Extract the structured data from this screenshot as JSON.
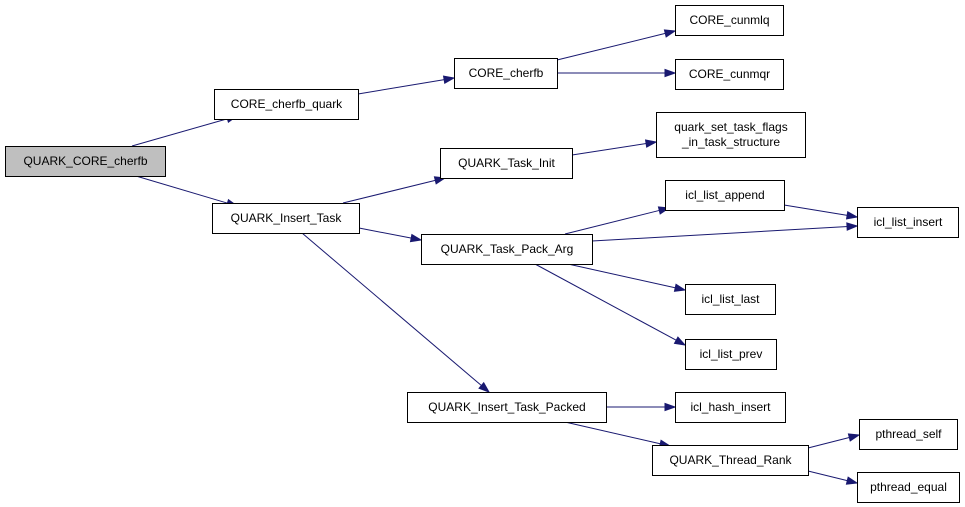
{
  "diagram": {
    "nodes": [
      {
        "id": "root",
        "lines": [
          "QUARK_CORE_cherfb"
        ],
        "root": true
      },
      {
        "id": "cherfb_quark",
        "lines": [
          "CORE_cherfb_quark"
        ]
      },
      {
        "id": "cherfb",
        "lines": [
          "CORE_cherfb"
        ]
      },
      {
        "id": "cunmlq",
        "lines": [
          "CORE_cunmlq"
        ]
      },
      {
        "id": "cunmqr",
        "lines": [
          "CORE_cunmqr"
        ]
      },
      {
        "id": "insert_task",
        "lines": [
          "QUARK_Insert_Task"
        ]
      },
      {
        "id": "task_init",
        "lines": [
          "QUARK_Task_Init"
        ]
      },
      {
        "id": "set_flags",
        "lines": [
          "quark_set_task_flags",
          "_in_task_structure"
        ]
      },
      {
        "id": "pack_arg",
        "lines": [
          "QUARK_Task_Pack_Arg"
        ]
      },
      {
        "id": "list_append",
        "lines": [
          "icl_list_append"
        ]
      },
      {
        "id": "list_insert",
        "lines": [
          "icl_list_insert"
        ]
      },
      {
        "id": "list_last",
        "lines": [
          "icl_list_last"
        ]
      },
      {
        "id": "list_prev",
        "lines": [
          "icl_list_prev"
        ]
      },
      {
        "id": "insert_packed",
        "lines": [
          "QUARK_Insert_Task_Packed"
        ]
      },
      {
        "id": "hash_insert",
        "lines": [
          "icl_hash_insert"
        ]
      },
      {
        "id": "thread_rank",
        "lines": [
          "QUARK_Thread_Rank"
        ]
      },
      {
        "id": "pthread_self",
        "lines": [
          "pthread_self"
        ]
      },
      {
        "id": "pthread_equal",
        "lines": [
          "pthread_equal"
        ]
      }
    ],
    "edges": [
      {
        "from": "root",
        "to": "cherfb_quark"
      },
      {
        "from": "root",
        "to": "insert_task"
      },
      {
        "from": "cherfb_quark",
        "to": "cherfb"
      },
      {
        "from": "cherfb",
        "to": "cunmlq"
      },
      {
        "from": "cherfb",
        "to": "cunmqr"
      },
      {
        "from": "insert_task",
        "to": "task_init"
      },
      {
        "from": "insert_task",
        "to": "pack_arg"
      },
      {
        "from": "insert_task",
        "to": "insert_packed"
      },
      {
        "from": "task_init",
        "to": "set_flags"
      },
      {
        "from": "pack_arg",
        "to": "list_append"
      },
      {
        "from": "pack_arg",
        "to": "list_insert"
      },
      {
        "from": "pack_arg",
        "to": "list_last"
      },
      {
        "from": "pack_arg",
        "to": "list_prev"
      },
      {
        "from": "list_append",
        "to": "list_insert"
      },
      {
        "from": "insert_packed",
        "to": "hash_insert"
      },
      {
        "from": "insert_packed",
        "to": "thread_rank"
      },
      {
        "from": "thread_rank",
        "to": "pthread_self"
      },
      {
        "from": "thread_rank",
        "to": "pthread_equal"
      }
    ]
  }
}
